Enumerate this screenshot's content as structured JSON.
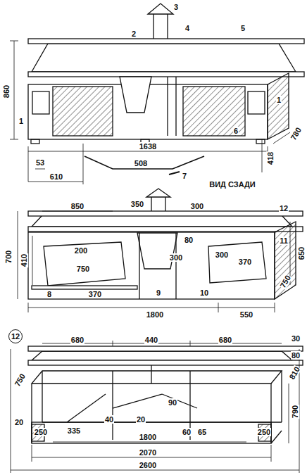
{
  "diagram": {
    "nodes": [
      {
        "text": [
          "12"
        ]
      }
    ],
    "edges": [],
    "labels": [
      "3",
      "2",
      "4",
      "5",
      "860",
      "1",
      "1638",
      "6",
      "780",
      "418",
      "1",
      "53",
      "508",
      "610",
      "7",
      "ВИД СЗАДИ",
      "850",
      "350",
      "300",
      "700",
      "410",
      "200",
      "750",
      "80",
      "300",
      "300",
      "370",
      "650",
      "12",
      "11",
      "750",
      "8",
      "370",
      "9",
      "10",
      "1800",
      "550",
      "680",
      "440",
      "680",
      "30",
      "750",
      "80",
      "810",
      "20",
      "90",
      "790",
      "20",
      "40",
      "335",
      "250",
      "1800",
      "60",
      "65",
      "250",
      "2070",
      "2600"
    ]
  }
}
